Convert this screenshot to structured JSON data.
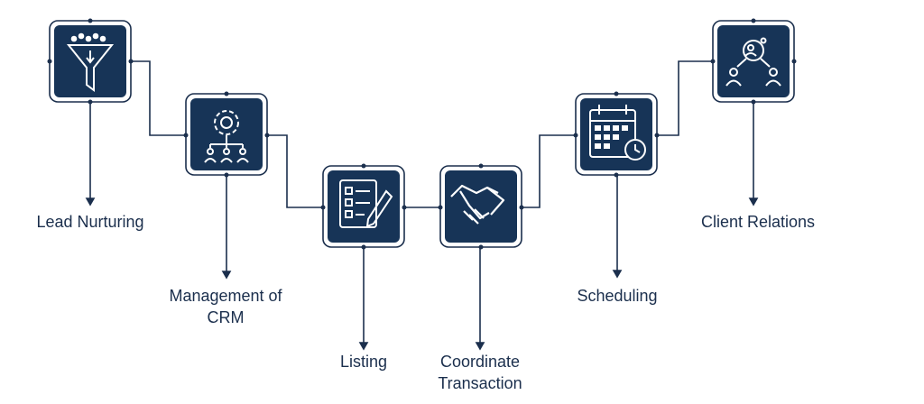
{
  "colors": {
    "navy": "#173457",
    "line": "#1b2f4d",
    "tile_border": "#1b2f4d",
    "background": "#ffffff"
  },
  "steps": [
    {
      "id": "lead-nurturing",
      "label": "Lead Nurturing",
      "icon": "funnel-icon"
    },
    {
      "id": "management-of-crm",
      "label_line1": "Management of",
      "label_line2": "CRM",
      "icon": "gear-network-icon"
    },
    {
      "id": "listing",
      "label": "Listing",
      "icon": "checklist-icon"
    },
    {
      "id": "coordinate-transaction",
      "label_line1": "Coordinate",
      "label_line2": "Transaction",
      "icon": "handshake-icon"
    },
    {
      "id": "scheduling",
      "label": "Scheduling",
      "icon": "calendar-clock-icon"
    },
    {
      "id": "client-relations",
      "label": "Client Relations",
      "icon": "client-network-icon"
    }
  ]
}
